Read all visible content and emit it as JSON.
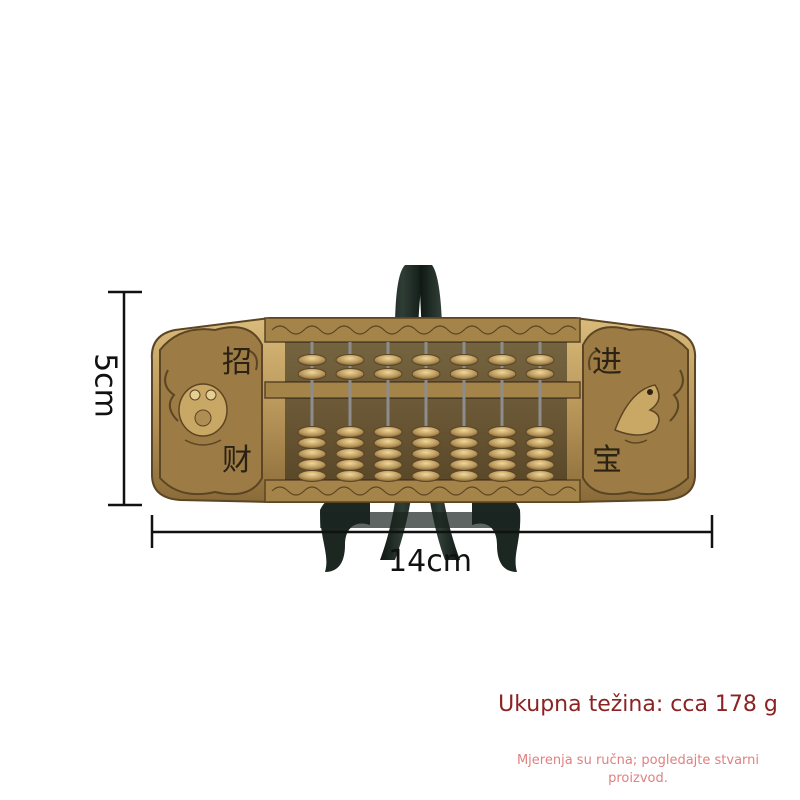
{
  "dimensions": {
    "height_label": "5cm",
    "width_label": "14cm"
  },
  "product": {
    "left_characters": [
      "招",
      "财"
    ],
    "right_characters": [
      "进",
      "宝"
    ],
    "bead_columns": 7
  },
  "weight_info": {
    "title": "Ukupna težina: cca 178 g",
    "note": "Mjerenja su ručna; pogledajte stvarni proizvod."
  },
  "colors": {
    "brass": "#b8965a",
    "brass_dark": "#6e5530",
    "stand": "#1f2a24",
    "title_text": "#8b2323",
    "note_text": "#e08080"
  }
}
